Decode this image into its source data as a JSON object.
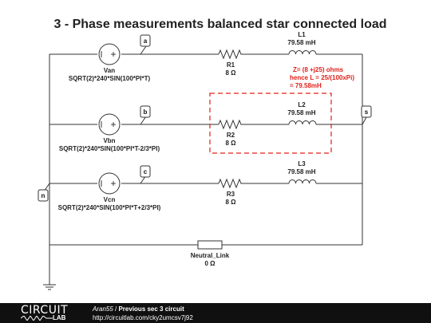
{
  "title": "3 - Phase measurements balanced star connected load",
  "sources": [
    {
      "name": "Van",
      "expr": "SQRT(2)*240*SIN(100*PI*T)",
      "symbol": "+"
    },
    {
      "name": "Vbn",
      "expr": "SQRT(2)*240*SIN(100*PI*T-2/3*PI)",
      "symbol": "+"
    },
    {
      "name": "Vcn",
      "expr": "SQRT(2)*240*SIN(100*PI*T+2/3*PI)",
      "symbol": "+"
    }
  ],
  "nodes": {
    "a": "a",
    "b": "b",
    "c": "c",
    "n": "n",
    "s": "s"
  },
  "resistors": [
    {
      "name": "R1",
      "value": "8 Ω"
    },
    {
      "name": "R2",
      "value": "8 Ω"
    },
    {
      "name": "R3",
      "value": "8 Ω"
    }
  ],
  "inductors": [
    {
      "name": "L1",
      "value": "79.58 mH"
    },
    {
      "name": "L2",
      "value": "79.58 mH"
    },
    {
      "name": "L3",
      "value": "79.58 mH"
    }
  ],
  "neutral_link": {
    "name": "Neutral_Link",
    "value": "0 Ω"
  },
  "annotation": {
    "line1": "Z= (8 +j25) ohms",
    "line2": "hence L = 25/(100xPi)",
    "line3": "= 79.58mH",
    "color": "#e0201a"
  },
  "footer": {
    "logo_top": "CIRCUIT",
    "logo_bottom": "LAB",
    "author": "Aran55",
    "separator": " / ",
    "circuit_title": "Previous sec 3 circuit",
    "url": "http://circuitlab.com/cky2umcsv7j92"
  }
}
